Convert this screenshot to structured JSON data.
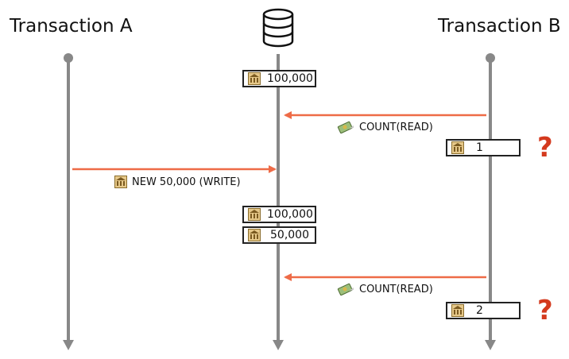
{
  "headers": {
    "transaction_a": "Transaction A",
    "transaction_b": "Transaction B"
  },
  "icons": {
    "database": "database-icon",
    "bank": "bank-icon",
    "money": "money-icon"
  },
  "colors": {
    "timeline": "#888888",
    "arrow": "#ee6b47",
    "question": "#d43a1e"
  },
  "db_values": {
    "initial": "100,000",
    "after_write_old": "100,000",
    "after_write_new": "50,000"
  },
  "messages": {
    "read_1": "COUNT(READ)",
    "write": "NEW 50,000 (WRITE)",
    "read_2": "COUNT(READ)"
  },
  "results": {
    "count_1": "1",
    "count_2": "2"
  },
  "question_mark": "?"
}
